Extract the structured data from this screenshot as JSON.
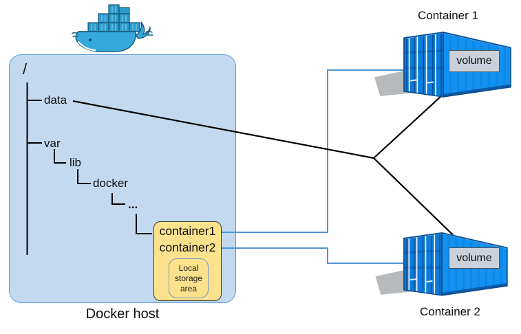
{
  "host": {
    "label": "Docker host",
    "tree": {
      "root": "/",
      "data": "data",
      "var": "var",
      "lib": "lib",
      "docker": "docker",
      "dots": "..."
    },
    "storage": {
      "dir1": "container1",
      "dir2": "container2",
      "local_storage": "Local\nstorage\narea"
    }
  },
  "containers": [
    {
      "title": "Container 1",
      "volume": "volume"
    },
    {
      "title": "Container 2",
      "volume": "volume"
    }
  ],
  "icons": {
    "whale": "docker-whale-icon",
    "container": "shipping-container-icon"
  },
  "colors": {
    "host_fill": "#C3D9EF",
    "host_border": "#5B9BD5",
    "storage_fill": "#FCE28C",
    "storage_border": "#3B3B3B",
    "inner_storage_border": "#7295C5",
    "connector_blue": "#4F94D4",
    "mount_line": "#000000",
    "container_side": "#1191F2",
    "container_front": "#0D7BD8",
    "container_outline": "#0A4A8C",
    "volume_fill": "#CBD1DA",
    "volume_border": "#4F555B",
    "shadow_gray": "#9FA3A7",
    "whale_body": "#36A9DC",
    "whale_outline": "#1A5E80"
  }
}
